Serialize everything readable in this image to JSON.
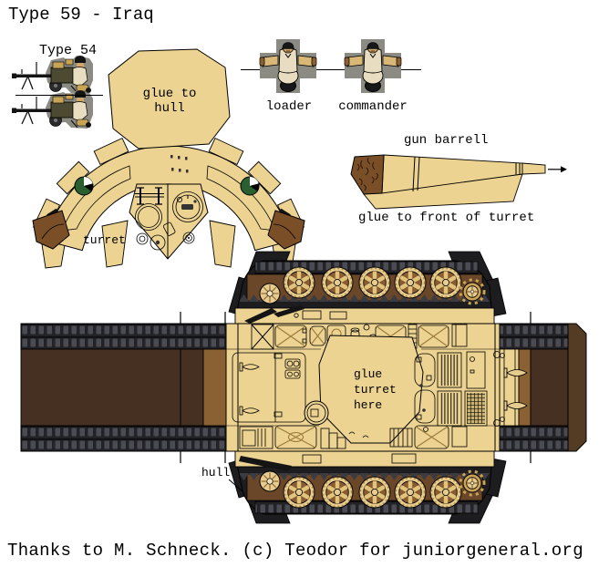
{
  "title": "Type 59 - Iraq",
  "pieces": {
    "type54_label": "Type 54",
    "glue_to_hull": {
      "line1": "glue to",
      "line2": "hull"
    },
    "loader_label": "loader",
    "commander_label": "commander",
    "gun_barrel_label": "gun barrell",
    "glue_front_label": "glue to front of turret",
    "turret_label": "turret",
    "glue_turret": {
      "line1": "glue",
      "line2": "turret",
      "line3": "here"
    },
    "hull_label": "hull"
  },
  "credit": "Thanks to M. Schneck. (c) Teodor for juniorgeneral.org",
  "colors": {
    "tan": "#ecd391",
    "cream": "#e8ddc0",
    "skin": "#d2a86a",
    "khaki": "#d9b877",
    "gold": "#c9a455",
    "olive": "#4c4a32",
    "gray": "#8b8b83",
    "green": "#2a6030",
    "muzzle": "#7a4f28",
    "fender": "#6a4728",
    "track": "#1d1d20",
    "brown-dark": "#463022",
    "brown-mid": "#8a6132",
    "brown-cap": "#543c24",
    "wheel-rim": "#e6cd8f",
    "wheel-hub": "#8a5c30",
    "ink": "#000000"
  }
}
